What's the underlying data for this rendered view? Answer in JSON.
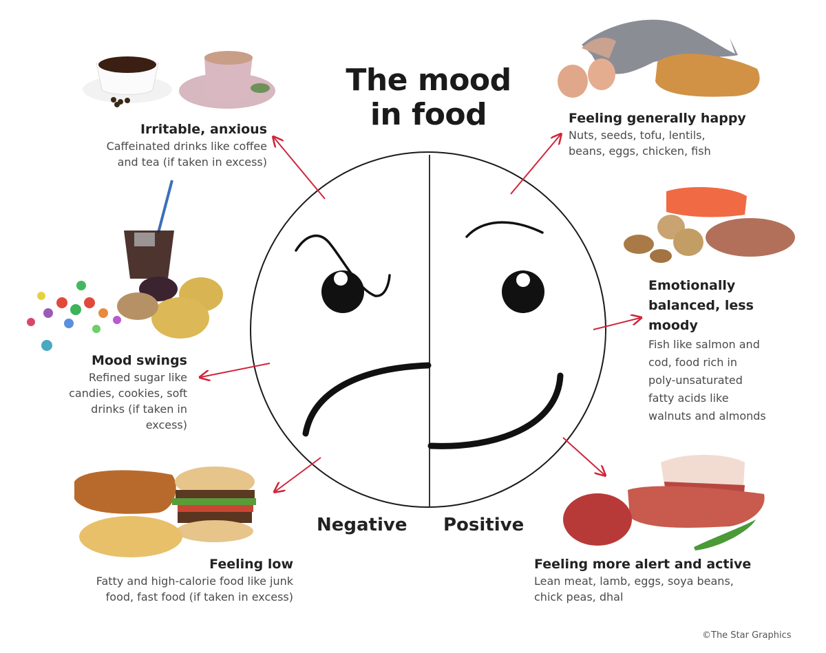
{
  "title": "The mood in food",
  "title_lines": [
    "The mood",
    "in food"
  ],
  "face": {
    "left_label": "Negative",
    "right_label": "Positive"
  },
  "negative_items": [
    {
      "heading": "Irritable, anxious",
      "description_lines": [
        "Caffeinated drinks like coffee",
        "and tea (if taken in excess)"
      ],
      "image": "coffee-and-tea-cups"
    },
    {
      "heading": "Mood swings",
      "description_lines": [
        "Refined sugar like",
        "candies, cookies, soft",
        "drinks (if taken in",
        "excess)"
      ],
      "image": "candies-cookies-soda"
    },
    {
      "heading": "Feeling low",
      "description_lines": [
        "Fatty and high-calorie food like junk",
        "food, fast food (if taken in excess)"
      ],
      "image": "fried-chicken-burger-fries"
    }
  ],
  "positive_items": [
    {
      "heading": "Feeling generally happy",
      "description_lines": [
        "Nuts, seeds, tofu, lentils,",
        "beans, eggs, chicken, fish"
      ],
      "image": "fish-eggs-chicken"
    },
    {
      "heading_lines": [
        "Emotionally",
        "balanced, less",
        "moody"
      ],
      "description_lines": [
        "Fish like salmon and",
        "cod, food rich in",
        "poly-unsaturated",
        "fatty acids like",
        "walnuts and almonds"
      ],
      "image": "salmon-walnuts-almonds"
    },
    {
      "heading": "Feeling more alert and active",
      "description_lines": [
        "Lean meat, lamb, eggs, soya beans,",
        "chick peas, dhal"
      ],
      "image": "lean-meat-peas"
    }
  ],
  "credit": "©The Star Graphics",
  "colors": {
    "arrow": "#d0253a",
    "outline": "#1a1a1a",
    "text_heading": "#222222",
    "text_body": "#4a4a4a"
  }
}
